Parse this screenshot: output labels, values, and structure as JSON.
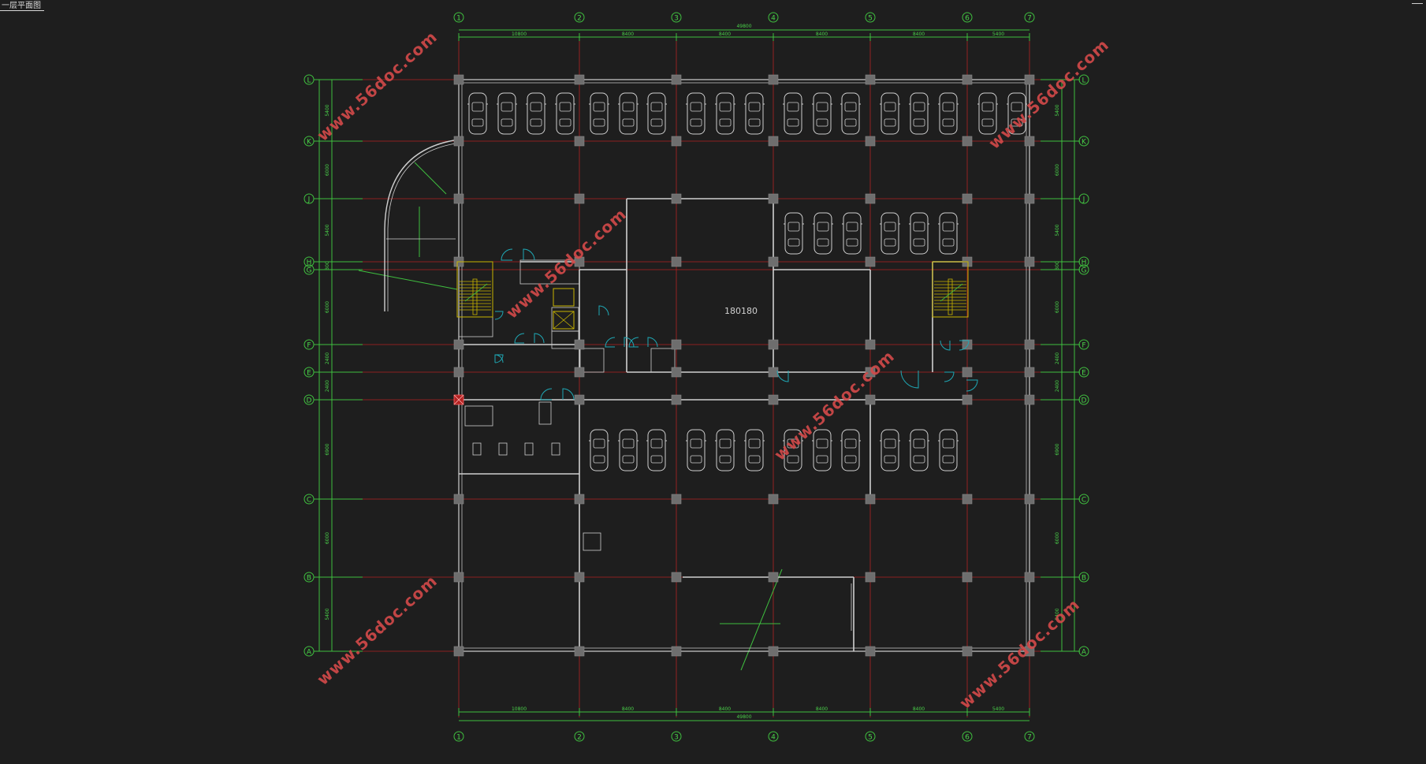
{
  "window": {
    "title": "一层平面图"
  },
  "colors": {
    "background": "#1e1e1e",
    "grid_line": "#b22222",
    "dimension": "#3fbf3f",
    "wall": "#cfcfcf",
    "column": "#6e6e6e",
    "door": "#1fa8b5",
    "stair": "#c8b400",
    "watermark": "#d44a4a"
  },
  "drawing": {
    "axes_numbers": [
      "1",
      "2",
      "3",
      "4",
      "5",
      "6",
      "7"
    ],
    "axes_letters": [
      "L",
      "K",
      "J",
      "H",
      "G",
      "F",
      "E",
      "D",
      "C",
      "B",
      "A"
    ],
    "top_dimensions": [
      "10800",
      "8400",
      "8400",
      "8400",
      "8400",
      "5400"
    ],
    "top_total": "49800",
    "bottom_dimensions": [
      "10800",
      "8400",
      "8400",
      "8400",
      "8400",
      "5400"
    ],
    "bottom_total": "49800",
    "left_dimensions": [
      "5400",
      "6000",
      "5400",
      "300",
      "6000",
      "2400",
      "2400",
      "6900",
      "6000",
      "5400"
    ],
    "right_dimensions": [
      "5400",
      "6000",
      "5400",
      "300",
      "6000",
      "2400",
      "2400",
      "6900",
      "6000",
      "5400"
    ],
    "room_label": "180180",
    "watermark_text": "www.56doc.com",
    "icons": [
      "column-icon",
      "car-icon",
      "door-swing-icon",
      "stair-icon",
      "elevator-icon"
    ]
  }
}
